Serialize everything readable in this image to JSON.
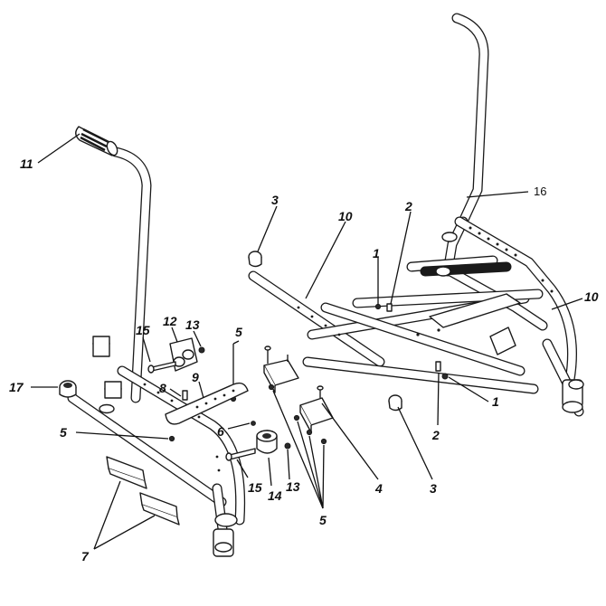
{
  "callouts": {
    "c1a": "1",
    "c1b": "1",
    "c2a": "2",
    "c2b": "2",
    "c3a": "3",
    "c3b": "3",
    "c4": "4",
    "c5a": "5",
    "c5b": "5",
    "c5c": "5",
    "c6": "6",
    "c7": "7",
    "c8": "8",
    "c9": "9",
    "c10a": "10",
    "c10b": "10",
    "c11": "11",
    "c12": "12",
    "c13a": "13",
    "c13b": "13",
    "c14": "14",
    "c15a": "15",
    "c15b": "15",
    "c16": "16",
    "c17": "17"
  }
}
